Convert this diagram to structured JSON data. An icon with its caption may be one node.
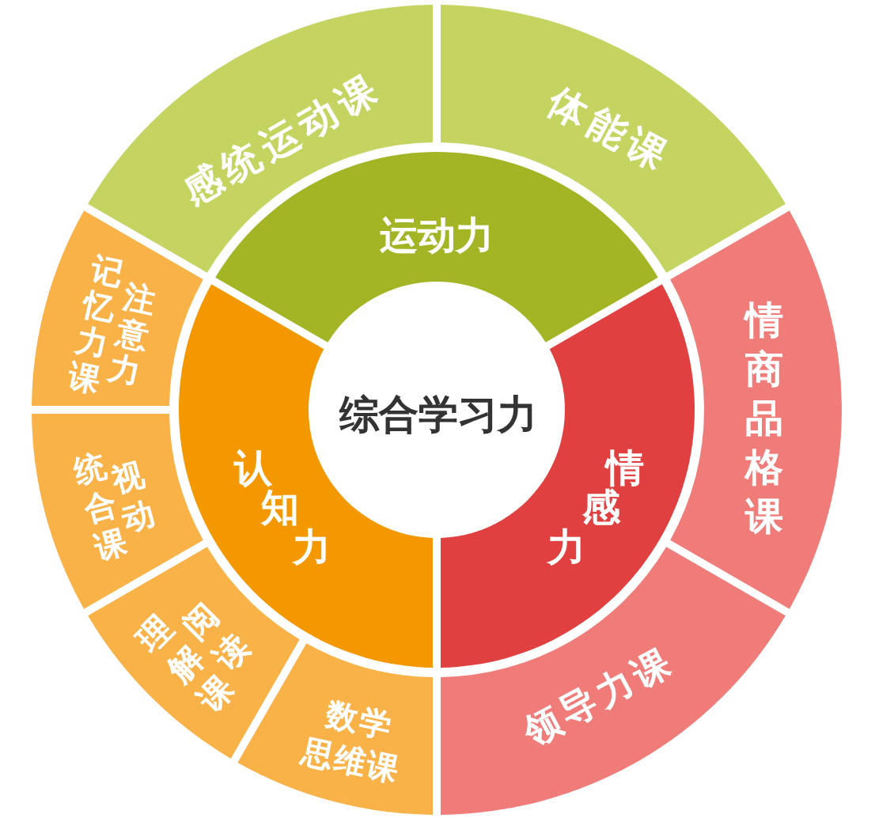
{
  "diagram": {
    "nodes": [
      {
        "text": [
          "综合学习力"
        ]
      },
      {
        "text": [
          "运动力"
        ]
      },
      {
        "text": [
          "情感力"
        ]
      },
      {
        "text": [
          "认知力"
        ]
      },
      {
        "text": [
          "感统运动课"
        ]
      },
      {
        "text": [
          "体能课"
        ]
      },
      {
        "text": [
          "情商品格课"
        ]
      },
      {
        "text": [
          "领导力课"
        ]
      },
      {
        "text": [
          "数学思维课"
        ]
      },
      {
        "text": [
          "阅读理解课"
        ]
      },
      {
        "text": [
          "视动统合课"
        ]
      },
      {
        "text": [
          "注意力记忆力课"
        ]
      }
    ]
  }
}
